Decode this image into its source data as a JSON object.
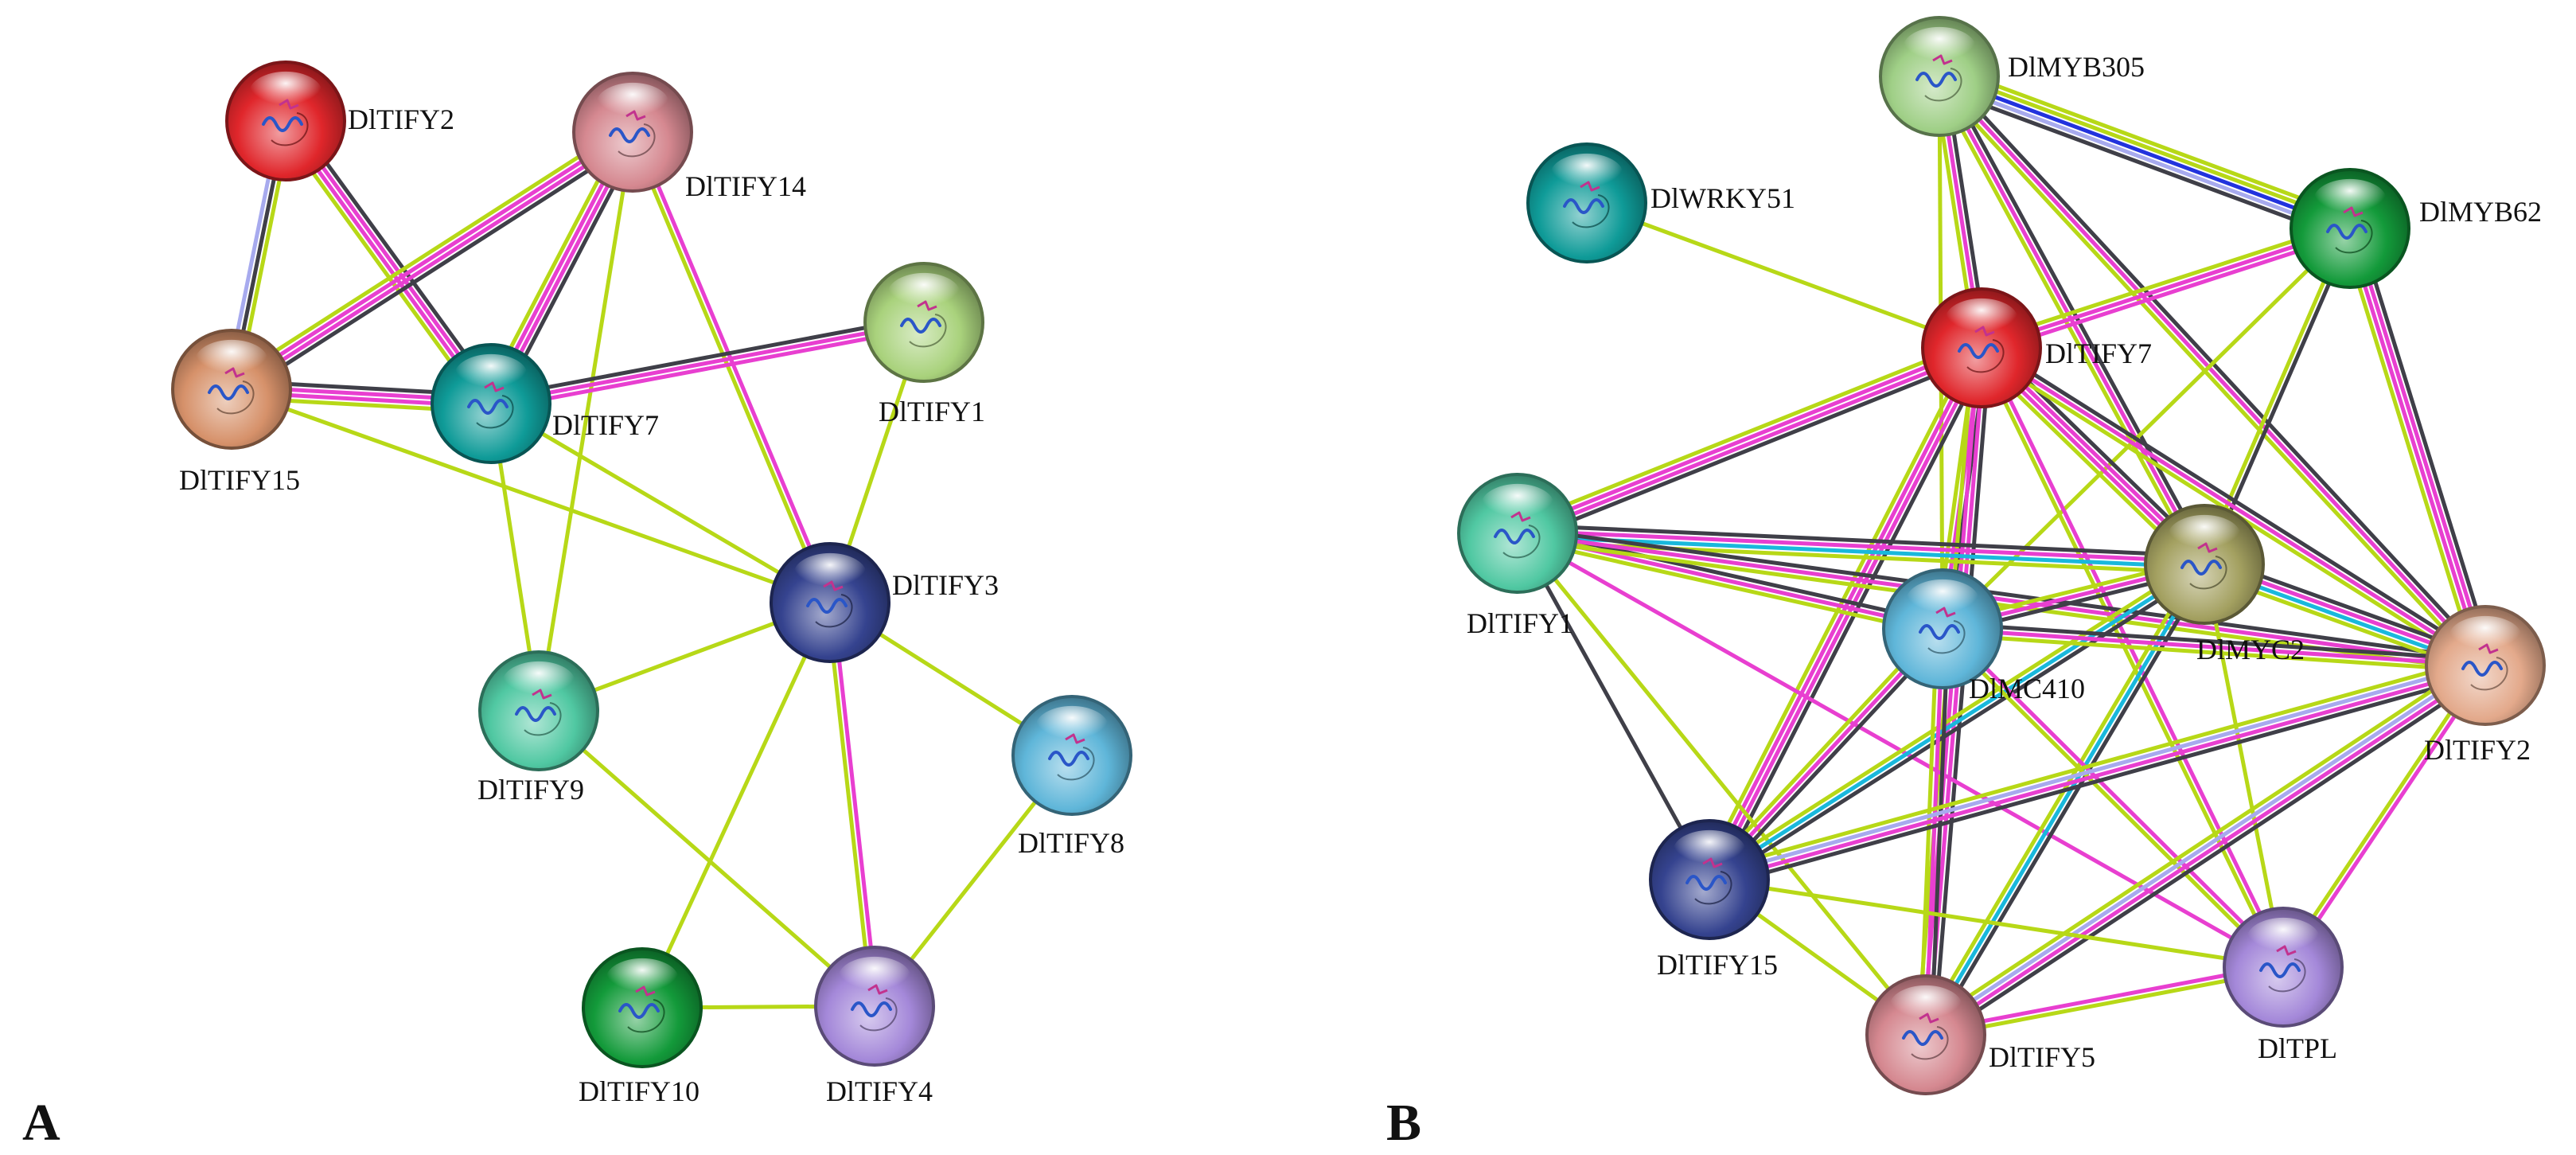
{
  "edge_colors": {
    "black": "#3f3f48",
    "magenta": "#e83fd0",
    "green": "#b7d817",
    "lavender": "#a7aaee",
    "blue": "#2233dd",
    "cyan": "#19b8dc"
  },
  "panels": [
    {
      "letter": "A",
      "nodes": [
        {
          "id": "DlTIFY2",
          "label": "DlTIFY2",
          "color": "#e0262b",
          "glyph": "protein-helix-icon"
        },
        {
          "id": "DlTIFY14",
          "label": "DlTIFY14",
          "color": "#d58890",
          "glyph": "protein-helix-icon"
        },
        {
          "id": "DlTIFY15",
          "label": "DlTIFY15",
          "color": "#d6916a",
          "glyph": "protein-helix-icon"
        },
        {
          "id": "DlTIFY7",
          "label": "DlTIFY7",
          "color": "#0f9b98",
          "glyph": "protein-helix-icon"
        },
        {
          "id": "DlTIFY1",
          "label": "DlTIFY1",
          "color": "#a9d27c",
          "glyph": "protein-helix-icon"
        },
        {
          "id": "DlTIFY3",
          "label": "DlTIFY3",
          "color": "#35438f",
          "glyph": "protein-helix-icon"
        },
        {
          "id": "DlTIFY9",
          "label": "DlTIFY9",
          "color": "#50c8a2",
          "glyph": "protein-helix-icon"
        },
        {
          "id": "DlTIFY8",
          "label": "DlTIFY8",
          "color": "#5fb6d9",
          "glyph": "protein-helix-icon"
        },
        {
          "id": "DlTIFY10",
          "label": "DlTIFY10",
          "color": "#139a3a",
          "glyph": "protein-helix-icon"
        },
        {
          "id": "DlTIFY4",
          "label": "DlTIFY4",
          "color": "#a488d9",
          "glyph": "protein-helix-icon"
        }
      ],
      "edges": [
        {
          "a": "DlTIFY2",
          "b": "DlTIFY15",
          "colors": [
            "green",
            "black",
            "lavender"
          ]
        },
        {
          "a": "DlTIFY2",
          "b": "DlTIFY7",
          "colors": [
            "black",
            "magenta",
            "magenta",
            "green"
          ]
        },
        {
          "a": "DlTIFY14",
          "b": "DlTIFY15",
          "colors": [
            "black",
            "magenta",
            "magenta",
            "green"
          ]
        },
        {
          "a": "DlTIFY14",
          "b": "DlTIFY7",
          "colors": [
            "black",
            "magenta",
            "magenta",
            "green"
          ]
        },
        {
          "a": "DlTIFY14",
          "b": "DlTIFY3",
          "colors": [
            "magenta",
            "green"
          ]
        },
        {
          "a": "DlTIFY14",
          "b": "DlTIFY9",
          "colors": [
            "green"
          ]
        },
        {
          "a": "DlTIFY15",
          "b": "DlTIFY7",
          "colors": [
            "black",
            "magenta",
            "magenta",
            "green"
          ]
        },
        {
          "a": "DlTIFY15",
          "b": "DlTIFY3",
          "colors": [
            "green"
          ]
        },
        {
          "a": "DlTIFY7",
          "b": "DlTIFY1",
          "colors": [
            "black",
            "magenta",
            "magenta"
          ]
        },
        {
          "a": "DlTIFY7",
          "b": "DlTIFY3",
          "colors": [
            "green"
          ]
        },
        {
          "a": "DlTIFY7",
          "b": "DlTIFY9",
          "colors": [
            "green"
          ]
        },
        {
          "a": "DlTIFY1",
          "b": "DlTIFY3",
          "colors": [
            "green"
          ]
        },
        {
          "a": "DlTIFY3",
          "b": "DlTIFY9",
          "colors": [
            "green"
          ]
        },
        {
          "a": "DlTIFY3",
          "b": "DlTIFY8",
          "colors": [
            "green"
          ]
        },
        {
          "a": "DlTIFY3",
          "b": "DlTIFY10",
          "colors": [
            "green"
          ]
        },
        {
          "a": "DlTIFY3",
          "b": "DlTIFY4",
          "colors": [
            "magenta",
            "green"
          ]
        },
        {
          "a": "DlTIFY9",
          "b": "DlTIFY4",
          "colors": [
            "green"
          ]
        },
        {
          "a": "DlTIFY8",
          "b": "DlTIFY4",
          "colors": [
            "green"
          ]
        },
        {
          "a": "DlTIFY10",
          "b": "DlTIFY4",
          "colors": [
            "green"
          ]
        }
      ]
    },
    {
      "letter": "B",
      "nodes": [
        {
          "id": "DlMYB305",
          "label": "DlMYB305",
          "color": "#9fcf86",
          "glyph": "protein-helix-icon"
        },
        {
          "id": "DlWRKY51",
          "label": "DlWRKY51",
          "color": "#0f9b98",
          "glyph": "protein-helix-icon"
        },
        {
          "id": "DlMYB62",
          "label": "DlMYB62",
          "color": "#139a3a",
          "glyph": "protein-helix-icon"
        },
        {
          "id": "DlTIFY7",
          "label": "DlTIFY7",
          "color": "#e0262b",
          "glyph": "protein-helix-icon"
        },
        {
          "id": "DlTIFY1",
          "label": "DlTIFY1",
          "color": "#50c8a2",
          "glyph": "protein-helix-icon"
        },
        {
          "id": "DlMYC2",
          "label": "DlMYC2",
          "color": "#a3a060",
          "glyph": "protein-helix-icon"
        },
        {
          "id": "DlMC410",
          "label": "DlMC410",
          "color": "#5fb6d9",
          "glyph": "protein-helix-icon"
        },
        {
          "id": "DlTIFY2",
          "label": "DlTIFY2",
          "color": "#e3a98b",
          "glyph": "protein-helix-icon"
        },
        {
          "id": "DlTIFY15",
          "label": "DlTIFY15",
          "color": "#35438f",
          "glyph": "protein-helix-icon"
        },
        {
          "id": "DlTPL",
          "label": "DlTPL",
          "color": "#a488d9",
          "glyph": "protein-helix-icon"
        },
        {
          "id": "DlTIFY5",
          "label": "DlTIFY5",
          "color": "#d58890",
          "glyph": "protein-helix-icon"
        }
      ],
      "edges": [
        {
          "a": "DlMYB305",
          "b": "DlMYB62",
          "colors": [
            "green",
            "green",
            "blue",
            "lavender",
            "black"
          ]
        },
        {
          "a": "DlMYB305",
          "b": "DlTIFY7",
          "colors": [
            "black",
            "magenta",
            "green"
          ]
        },
        {
          "a": "DlMYB305",
          "b": "DlMYC2",
          "colors": [
            "black",
            "magenta",
            "green"
          ]
        },
        {
          "a": "DlMYB305",
          "b": "DlTIFY2",
          "colors": [
            "black",
            "magenta",
            "green"
          ]
        },
        {
          "a": "DlMYB305",
          "b": "DlMC410",
          "colors": [
            "green"
          ]
        },
        {
          "a": "DlWRKY51",
          "b": "DlTIFY7",
          "colors": [
            "green"
          ]
        },
        {
          "a": "DlMYB62",
          "b": "DlTIFY7",
          "colors": [
            "magenta",
            "magenta",
            "green"
          ]
        },
        {
          "a": "DlMYB62",
          "b": "DlMYC2",
          "colors": [
            "black",
            "green"
          ]
        },
        {
          "a": "DlMYB62",
          "b": "DlTIFY2",
          "colors": [
            "black",
            "magenta",
            "magenta",
            "green"
          ]
        },
        {
          "a": "DlMYB62",
          "b": "DlMC410",
          "colors": [
            "green"
          ]
        },
        {
          "a": "DlTIFY7",
          "b": "DlTIFY1",
          "colors": [
            "black",
            "magenta",
            "magenta",
            "green"
          ]
        },
        {
          "a": "DlTIFY7",
          "b": "DlMYC2",
          "colors": [
            "black",
            "magenta",
            "magenta",
            "green"
          ]
        },
        {
          "a": "DlTIFY7",
          "b": "DlMC410",
          "colors": [
            "black",
            "magenta",
            "green"
          ]
        },
        {
          "a": "DlTIFY7",
          "b": "DlTIFY2",
          "colors": [
            "black",
            "magenta",
            "green"
          ]
        },
        {
          "a": "DlTIFY7",
          "b": "DlTIFY15",
          "colors": [
            "black",
            "magenta",
            "magenta",
            "green"
          ]
        },
        {
          "a": "DlTIFY7",
          "b": "DlTIFY5",
          "colors": [
            "black",
            "magenta",
            "magenta",
            "green"
          ]
        },
        {
          "a": "DlTIFY7",
          "b": "DlTPL",
          "colors": [
            "magenta",
            "green"
          ]
        },
        {
          "a": "DlTIFY1",
          "b": "DlMYC2",
          "colors": [
            "black",
            "magenta",
            "cyan",
            "green"
          ]
        },
        {
          "a": "DlTIFY1",
          "b": "DlMC410",
          "colors": [
            "black",
            "magenta",
            "green"
          ]
        },
        {
          "a": "DlTIFY1",
          "b": "DlTIFY2",
          "colors": [
            "black",
            "magenta",
            "green"
          ]
        },
        {
          "a": "DlTIFY1",
          "b": "DlTIFY15",
          "colors": [
            "black"
          ]
        },
        {
          "a": "DlTIFY1",
          "b": "DlTIFY5",
          "colors": [
            "green"
          ]
        },
        {
          "a": "DlTIFY1",
          "b": "DlTPL",
          "colors": [
            "magenta"
          ]
        },
        {
          "a": "DlMYC2",
          "b": "DlMC410",
          "colors": [
            "black",
            "magenta",
            "green"
          ]
        },
        {
          "a": "DlMYC2",
          "b": "DlTIFY2",
          "colors": [
            "black",
            "magenta",
            "cyan",
            "green"
          ]
        },
        {
          "a": "DlMYC2",
          "b": "DlTIFY15",
          "colors": [
            "black",
            "cyan",
            "green"
          ]
        },
        {
          "a": "DlMYC2",
          "b": "DlTIFY5",
          "colors": [
            "black",
            "cyan",
            "green"
          ]
        },
        {
          "a": "DlMYC2",
          "b": "DlTPL",
          "colors": [
            "green"
          ]
        },
        {
          "a": "DlMC410",
          "b": "DlTIFY2",
          "colors": [
            "black",
            "magenta",
            "green"
          ]
        },
        {
          "a": "DlMC410",
          "b": "DlTIFY15",
          "colors": [
            "black",
            "magenta",
            "green"
          ]
        },
        {
          "a": "DlMC410",
          "b": "DlTIFY5",
          "colors": [
            "black",
            "magenta",
            "green"
          ]
        },
        {
          "a": "DlMC410",
          "b": "DlTPL",
          "colors": [
            "magenta",
            "green"
          ]
        },
        {
          "a": "DlTIFY2",
          "b": "DlTIFY15",
          "colors": [
            "black",
            "magenta",
            "lavender",
            "green"
          ]
        },
        {
          "a": "DlTIFY2",
          "b": "DlTIFY5",
          "colors": [
            "black",
            "magenta",
            "lavender",
            "green"
          ]
        },
        {
          "a": "DlTIFY2",
          "b": "DlTPL",
          "colors": [
            "magenta",
            "green"
          ]
        },
        {
          "a": "DlTIFY15",
          "b": "DlTIFY5",
          "colors": [
            "green"
          ]
        },
        {
          "a": "DlTIFY15",
          "b": "DlTPL",
          "colors": [
            "green"
          ]
        },
        {
          "a": "DlTIFY5",
          "b": "DlTPL",
          "colors": [
            "magenta",
            "green"
          ]
        }
      ]
    }
  ]
}
